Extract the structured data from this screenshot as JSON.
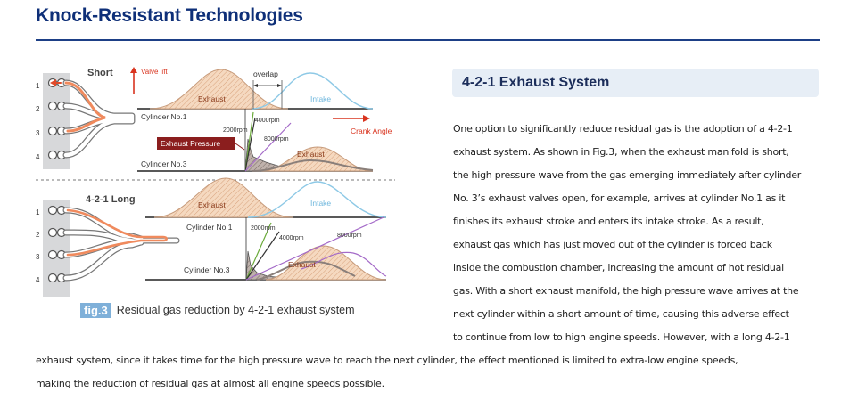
{
  "header": {
    "title": "Knock-Resistant Technologies"
  },
  "figure": {
    "caption_badge": "fig.3",
    "caption_text": "Residual gas reduction by 4-2-1 exhaust system",
    "short": {
      "label": "Short",
      "valve_lift": "Valve lift",
      "overlap": "overlap",
      "exhaust": "Exhaust",
      "intake": "Intake",
      "cylinder1": "Cylinder No.1",
      "cylinder3": "Cylinder No.3",
      "rpm_4000": "4000rpm",
      "rpm_2000": "2000rpm",
      "rpm_8000": "8000rpm",
      "crank_angle": "Crank Angle",
      "exhaust_pressure": "Exhaust Pressure",
      "exhaust_lower": "Exhaust",
      "cyl_numbers": [
        "1",
        "2",
        "3",
        "4"
      ]
    },
    "long": {
      "label": "4-2-1 Long",
      "exhaust": "Exhaust",
      "intake": "Intake",
      "cylinder1": "Cylinder No.1",
      "cylinder3": "Cylinder No.3",
      "rpm_2000": "2000rpm",
      "rpm_4000": "4000rpm",
      "rpm_8000": "8000rpm",
      "exhaust_lower": "Exhaust",
      "cyl_numbers": [
        "1",
        "2",
        "3",
        "4"
      ]
    }
  },
  "section": {
    "title": "4-2-1 Exhaust System",
    "lines_right": [
      "One option to significantly reduce residual gas is the adoption of a 4-2-1",
      "exhaust system. As shown in Fig.3, when the exhaust manifold is short,",
      "the high pressure wave from the gas emerging immediately after cylinder",
      "No. 3’s exhaust valves open, for example, arrives at cylinder No.1 as it",
      "finishes its exhaust stroke and enters its intake stroke. As a result,",
      "exhaust gas which has just moved out of the cylinder is forced back",
      "inside the combustion chamber, increasing the amount of hot residual",
      "gas. With a short exhaust manifold, the high pressure wave arrives at the",
      "next cylinder within a short amount of time, causing this adverse effect",
      "to continue from low to high engine speeds. However, with a long 4-2-1"
    ],
    "lines_full": [
      "exhaust system, since it takes time for the high pressure wave to reach the next cylinder, the effect mentioned is limited to extra-low engine speeds,",
      "making the reduction of residual gas at almost all engine speeds possible."
    ]
  },
  "colors": {
    "title_blue": "#0e2f78",
    "exhaust_fill": "#f3d2b6",
    "exhaust_pressure_label_bg": "#8b1e1e",
    "crank_arrow": "#d9341f",
    "intake_curve": "#8ec9e6",
    "rpm_2000": "#6aaa3a",
    "rpm_8000": "#a46ac8",
    "caption_badge": "#7fb0d9"
  }
}
